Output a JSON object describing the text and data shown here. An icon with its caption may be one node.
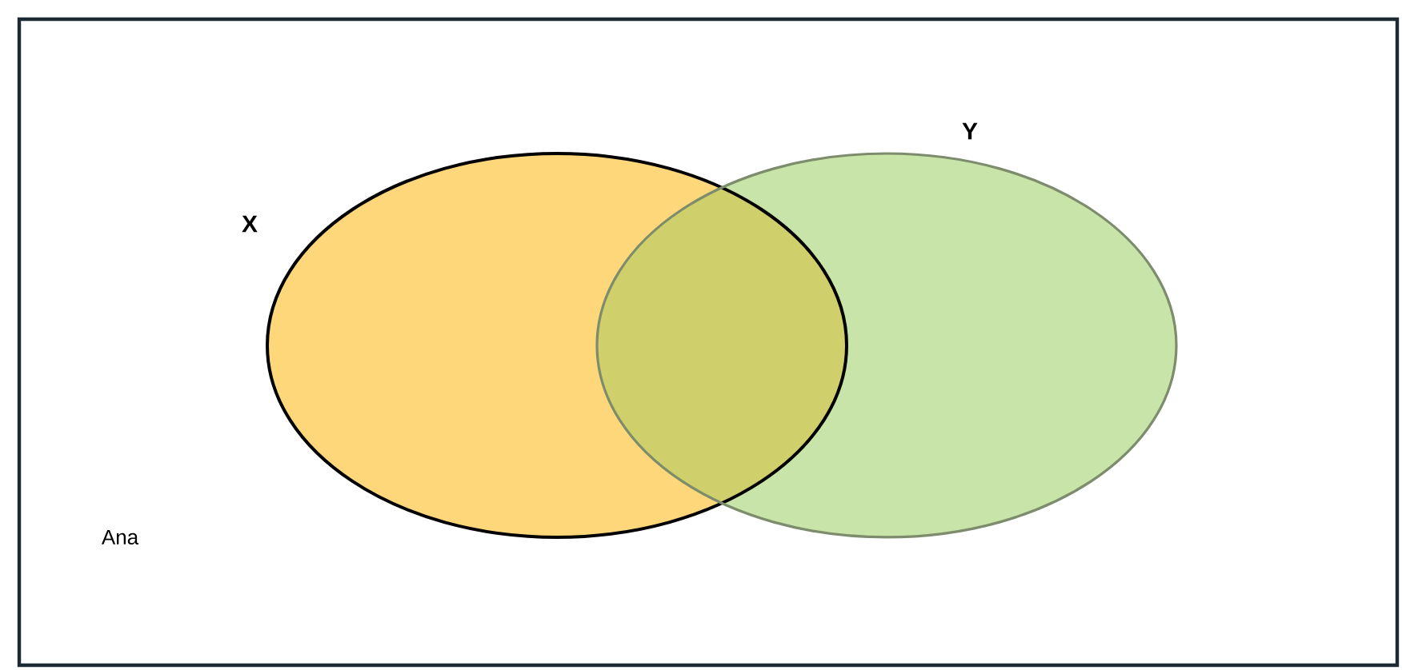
{
  "diagram": {
    "nodes": [
      {
        "text": [
          "Ana"
        ]
      },
      {
        "text": [
          "X"
        ],
        "in": 0
      },
      {
        "text": [
          "Y"
        ],
        "in": 0
      }
    ]
  }
}
